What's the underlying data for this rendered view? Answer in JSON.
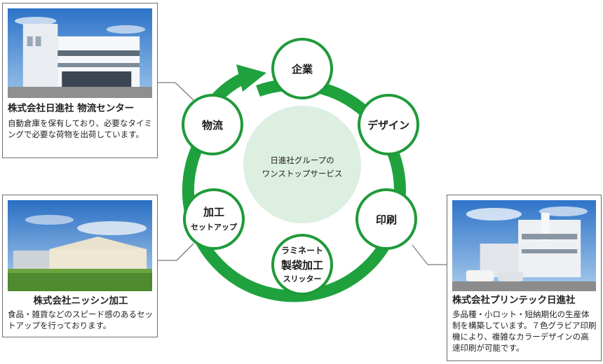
{
  "diagram": {
    "center": {
      "line1": "日進社グループの",
      "line2": "ワンストップサービス"
    },
    "nodes": {
      "kigyo": "企業",
      "design": "デザイン",
      "insatsu": "印刷",
      "laminate_line1": "ラミネート",
      "laminate_line2": "製袋加工",
      "laminate_line3": "スリッター",
      "kakou_line1": "加工",
      "kakou_line2": "セットアップ",
      "butsuryu": "物流"
    }
  },
  "cards": {
    "logistics": {
      "title": "株式会社日進社 物流センター",
      "desc": "自動倉庫を保有しており、必要なタイミングで必要な荷物を出荷しています。"
    },
    "nisshin": {
      "title": "株式会社ニッシン加工",
      "desc": "食品・雑貨などのスピード感のあるセットアップを行っております。"
    },
    "printech": {
      "title": "株式会社プリンテック日進社",
      "desc": "多品種・小ロット・短納期化の生産体制を構築しています。７色グラビア印刷機により、複雑なカラーデザインの高速印刷が可能です。"
    }
  },
  "colors": {
    "ring_green": "#1fa23d",
    "node_border": "#1f9a3a",
    "center_fill": "#dcefe1"
  }
}
